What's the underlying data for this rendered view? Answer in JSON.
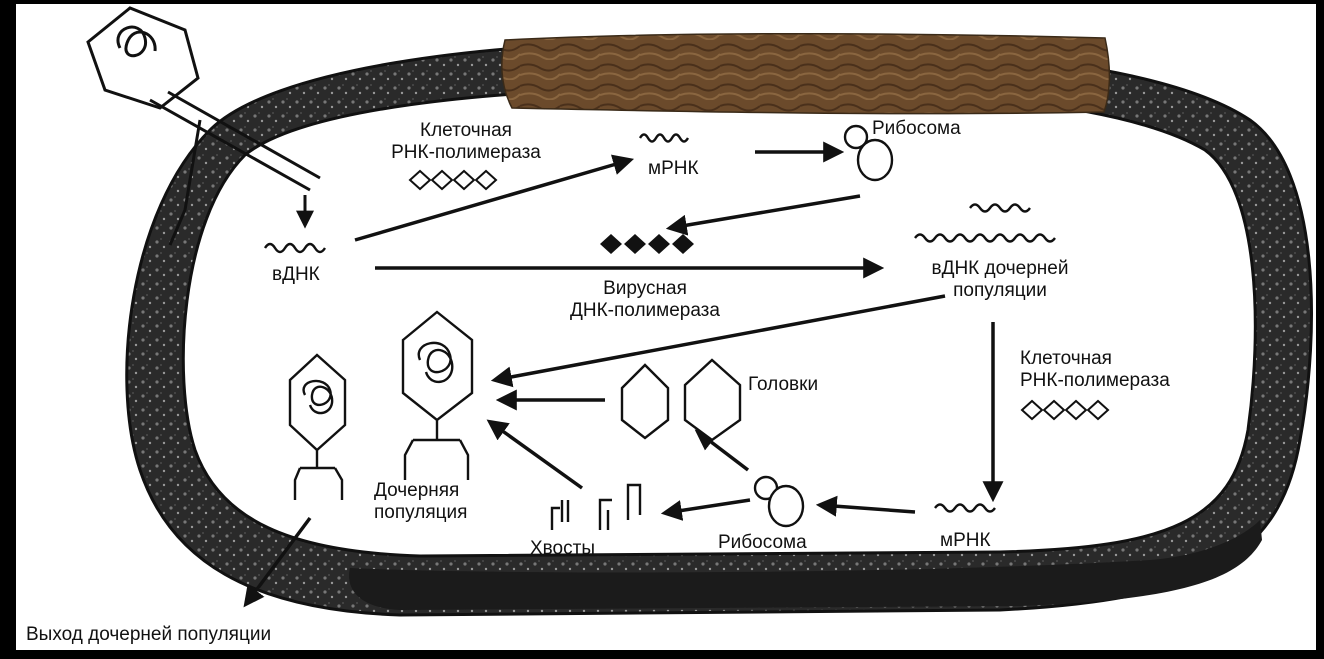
{
  "diagram": {
    "labels": {
      "host_rna_pol_top": [
        "Клеточная",
        "РНК-полимераза"
      ],
      "mrna_top": "мРНК",
      "ribosome_top": "Рибосома",
      "vdna": "вДНК",
      "viral_dna_pol": [
        "Вирусная",
        "ДНК-полимераза"
      ],
      "daughter_vdna": [
        "вДНК дочерней",
        "популяции"
      ],
      "host_rna_pol_right": [
        "Клеточная",
        "РНК-полимераза"
      ],
      "heads": "Головки",
      "daughter_population": [
        "Дочерняя",
        "популяция"
      ],
      "tails": "Хвосты",
      "ribosome_bottom": "Рибосома",
      "mrna_bottom": "мРНК",
      "exit": "Выход дочерней популяции"
    },
    "colors": {
      "background": "#000000",
      "cell_fill": "#ffffff",
      "ink": "#111111",
      "redaction": "#6b4a2b"
    }
  }
}
